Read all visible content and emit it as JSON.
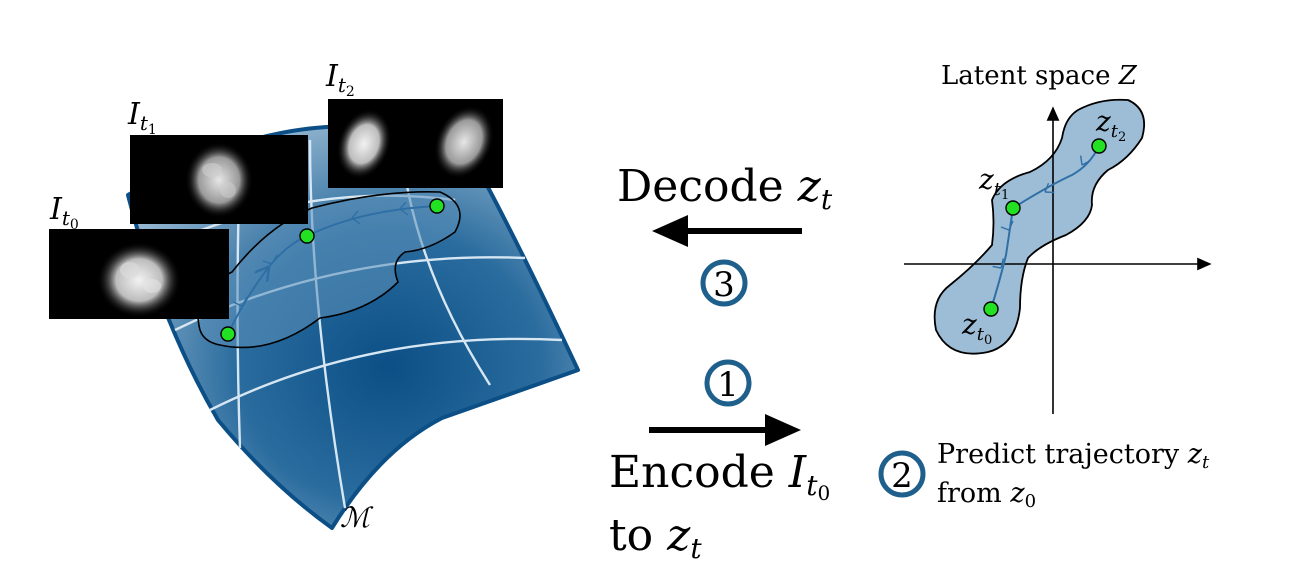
{
  "manifold": {
    "symbol": "ℳ",
    "images": [
      {
        "letter": "I",
        "sub": "t",
        "subsub": "0"
      },
      {
        "letter": "I",
        "sub": "t",
        "subsub": "1"
      },
      {
        "letter": "I",
        "sub": "t",
        "subsub": "2"
      }
    ]
  },
  "middle": {
    "decode": {
      "word": "Decode",
      "var": "z",
      "sub": "t"
    },
    "encode": {
      "word": "Encode",
      "var": "I",
      "sub": "t",
      "subsub": "0"
    },
    "to": {
      "word": "to",
      "var": "z",
      "sub": "t"
    },
    "step_decode": "3",
    "step_encode": "1"
  },
  "latent": {
    "title": "Latent space",
    "title_var": "Z",
    "points": [
      {
        "var": "z",
        "sub": "t",
        "subsub": "0"
      },
      {
        "var": "z",
        "sub": "t",
        "subsub": "1"
      },
      {
        "var": "z",
        "sub": "t",
        "subsub": "2"
      }
    ],
    "step_predict": "2",
    "predict_line1": "Predict trajectory",
    "predict_line1_var": "z",
    "predict_line1_sub": "t",
    "predict_line2": "from",
    "predict_line2_var": "z",
    "predict_line2_sub": "0"
  },
  "colors": {
    "surface_dark": "#0b4f86",
    "surface_light": "#b8cfe1",
    "latent_fill": "#9dbdd6",
    "trajectory": "#2f6fa6",
    "point": "#22e022",
    "circle_stroke": "#1f5f8b"
  }
}
